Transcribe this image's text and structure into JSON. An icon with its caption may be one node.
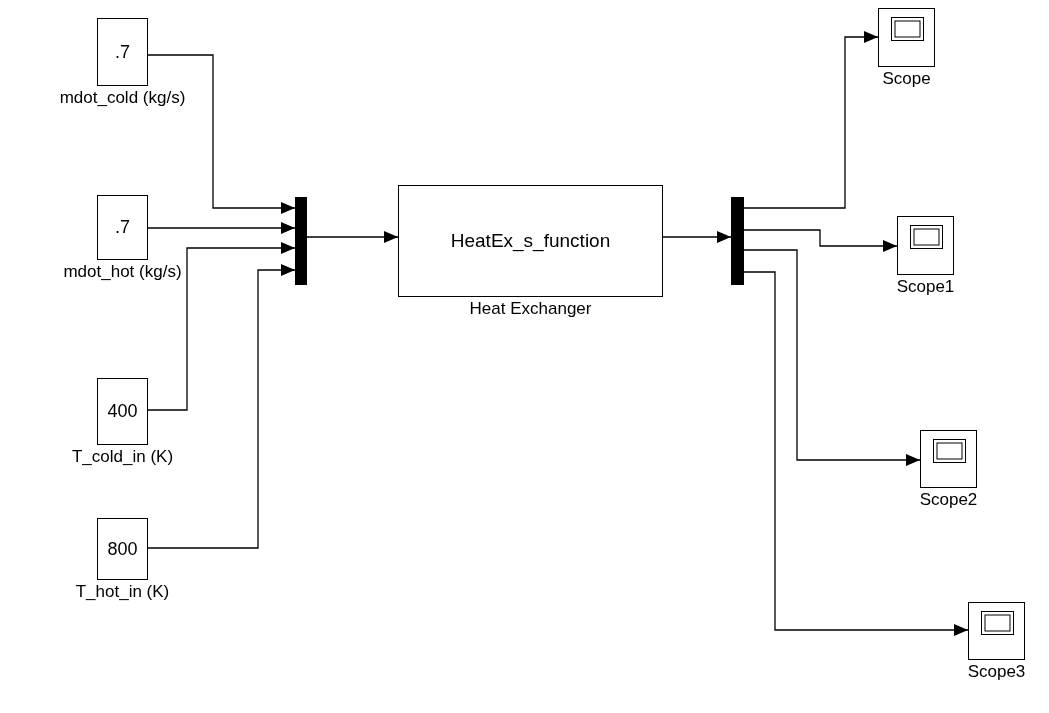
{
  "diagram": {
    "nodes": [
      {
        "text": [
          ".7"
        ],
        "beside": [
          "mdot_cold (kg/s)"
        ]
      },
      {
        "text": [
          ".7"
        ],
        "beside": [
          "mdot_hot (kg/s)"
        ]
      },
      {
        "text": [
          "400"
        ],
        "beside": [
          "T_cold_in (K)"
        ]
      },
      {
        "text": [
          "800"
        ],
        "beside": [
          "T_hot_in (K)"
        ]
      },
      {
        "text": [],
        "shape": "bar"
      },
      {
        "text": [
          "HeatEx_s_function"
        ],
        "beside": [
          "Heat Exchanger"
        ]
      },
      {
        "text": [],
        "shape": "bar"
      },
      {
        "text": [],
        "shape": "box",
        "beside": [
          "Scope"
        ]
      },
      {
        "text": [],
        "shape": "box",
        "beside": [
          "Scope1"
        ]
      },
      {
        "text": [],
        "shape": "box",
        "beside": [
          "Scope2"
        ]
      },
      {
        "text": [],
        "shape": "box",
        "beside": [
          "Scope3"
        ]
      }
    ],
    "edges": [
      {
        "from": 0,
        "to": 4,
        "arrow": "to"
      },
      {
        "from": 1,
        "to": 4,
        "arrow": "to"
      },
      {
        "from": 2,
        "to": 4,
        "arrow": "to"
      },
      {
        "from": 3,
        "to": 4,
        "arrow": "to"
      },
      {
        "from": 4,
        "to": 5,
        "arrow": "to"
      },
      {
        "from": 5,
        "to": 6,
        "arrow": "to"
      },
      {
        "from": 6,
        "to": 7,
        "arrow": "to"
      },
      {
        "from": 6,
        "to": 8,
        "arrow": "to"
      },
      {
        "from": 6,
        "to": 9,
        "arrow": "to"
      },
      {
        "from": 6,
        "to": 10,
        "arrow": "to"
      }
    ]
  }
}
